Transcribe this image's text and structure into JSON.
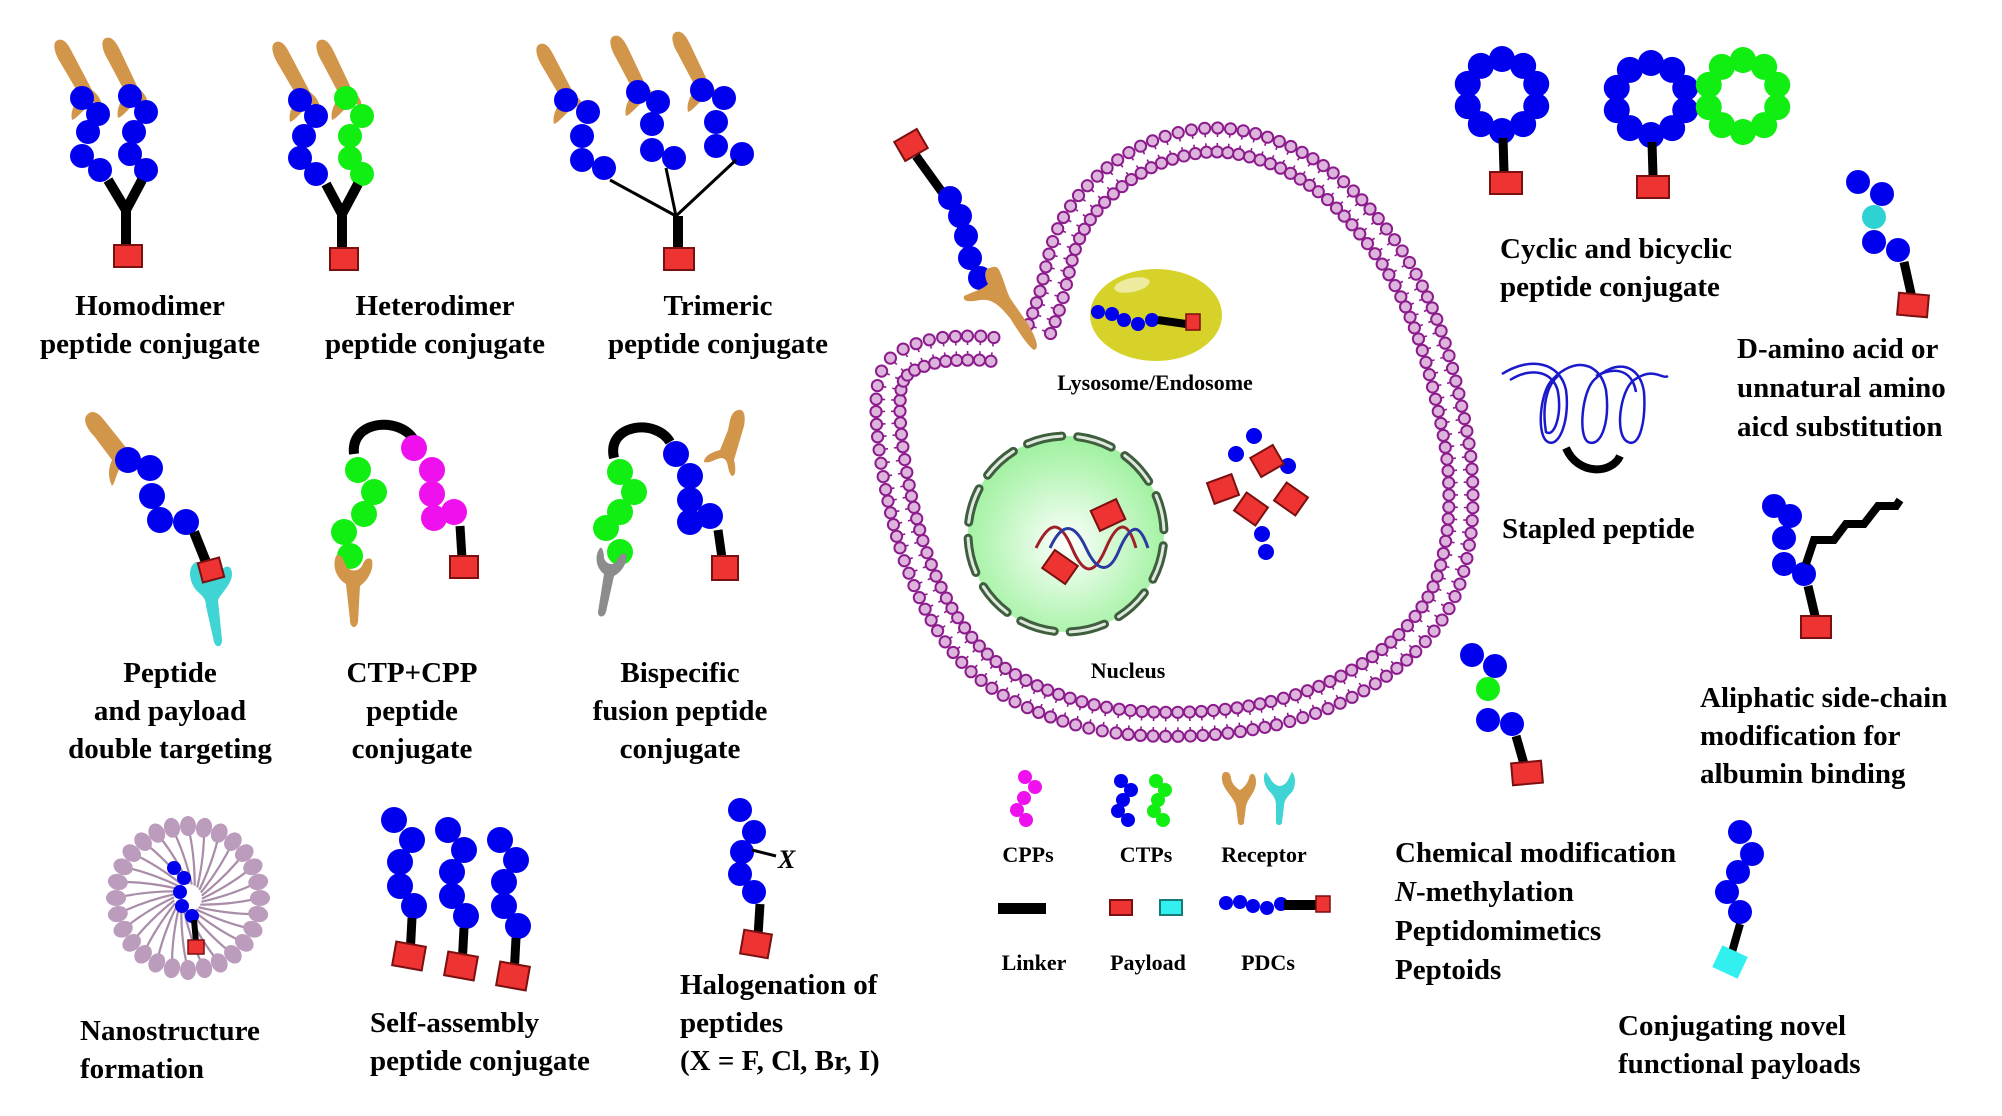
{
  "figure": {
    "type": "schematic",
    "subject": "Peptide-drug conjugate (PDC) design strategies and cellular uptake"
  },
  "colors": {
    "ctp_blue": "#0000ee",
    "ctp_green": "#11ee11",
    "cpp_magenta": "#ee11ee",
    "receptor_tan": "#d2964a",
    "receptor_cyan": "#40d4d4",
    "receptor_gray": "#8c8c8c",
    "linker": "#000000",
    "payload_red": "#ee3333",
    "payload_cyan": "#33f0f0",
    "membrane_head": "#dcb4dc",
    "membrane_stroke": "#8c1c8c",
    "lysosome": "#d6d22a",
    "nucleus": "#b4f5b4"
  },
  "panels": {
    "homodimer": {
      "lines": [
        "Homodimer",
        "peptide conjugate"
      ]
    },
    "heterodimer": {
      "lines": [
        "Heterodimer",
        "peptide conjugate"
      ]
    },
    "trimeric": {
      "lines": [
        "Trimeric",
        "peptide conjugate"
      ]
    },
    "double_targeting": {
      "lines": [
        "Peptide",
        "and payload",
        "double targeting"
      ]
    },
    "ctp_cpp": {
      "lines": [
        "CTP+CPP",
        "peptide",
        "conjugate"
      ]
    },
    "bispecific": {
      "lines": [
        "Bispecific",
        "fusion peptide",
        "conjugate"
      ]
    },
    "nanostructure": {
      "lines": [
        "Nanostructure",
        "formation"
      ]
    },
    "self_assembly": {
      "lines": [
        "Self-assembly",
        "peptide conjugate"
      ]
    },
    "halogenation": {
      "lines": [
        "Halogenation of",
        "peptides",
        "(X = F, Cl, Br, I)"
      ],
      "halogen_symbol": "X"
    },
    "cyclic": {
      "lines": [
        "Cyclic and bicyclic",
        "peptide conjugate"
      ]
    },
    "d_amino": {
      "lines": [
        "D-amino acid or",
        "unnatural amino",
        "aicd substitution"
      ]
    },
    "stapled": {
      "lines": [
        "Stapled peptide"
      ]
    },
    "aliphatic": {
      "lines": [
        "Aliphatic side-chain",
        "modification for",
        "albumin binding"
      ]
    },
    "chemical_mod": {
      "lines": [
        "Chemical modification",
        "-methylation",
        "Peptidomimetics",
        "Peptoids"
      ],
      "n_italic": "N"
    },
    "novel_payloads": {
      "lines": [
        "Conjugating novel",
        "functional payloads"
      ]
    }
  },
  "cell": {
    "lysosome_label": "Lysosome/Endosome",
    "nucleus_label": "Nucleus"
  },
  "legend": {
    "items": [
      {
        "key": "cpps",
        "label": "CPPs"
      },
      {
        "key": "ctps",
        "label": "CTPs"
      },
      {
        "key": "receptor",
        "label": "Receptor"
      },
      {
        "key": "linker",
        "label": "Linker"
      },
      {
        "key": "payload",
        "label": "Payload"
      },
      {
        "key": "pdcs",
        "label": "PDCs"
      }
    ]
  }
}
